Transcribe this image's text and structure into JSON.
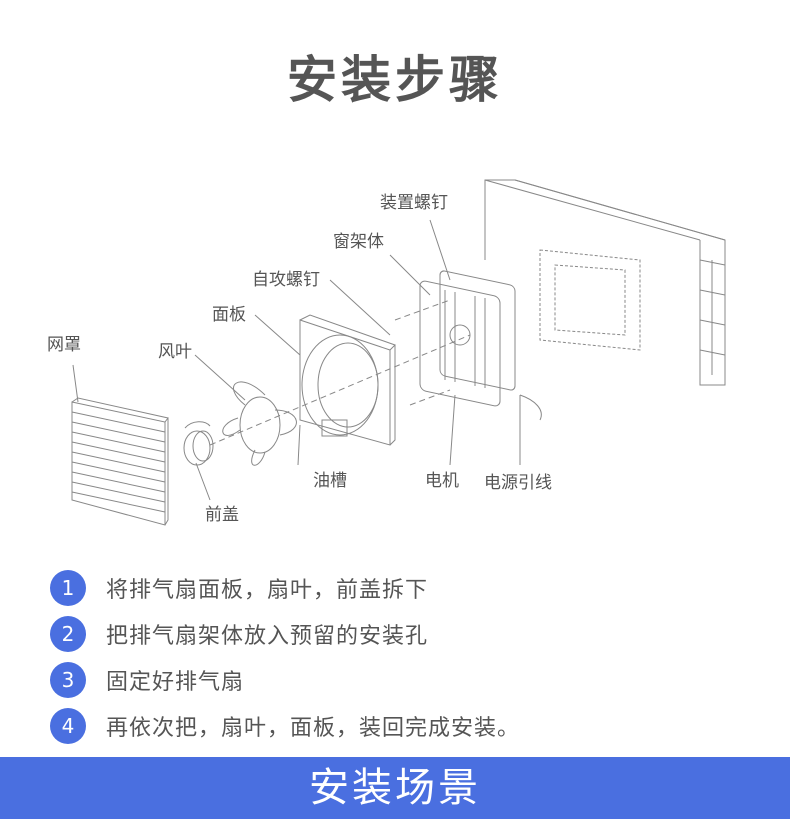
{
  "title": "安装步骤",
  "diagram_labels": {
    "grille": "网罩",
    "blade": "风叶",
    "front_cover": "前盖",
    "panel": "面板",
    "tapping_screw": "自攻螺钉",
    "window_frame": "窗架体",
    "mount_screw": "装置螺钉",
    "oil_groove": "油槽",
    "motor": "电机",
    "power_cord": "电源引线"
  },
  "steps": [
    {
      "num": "1",
      "text": "将排气扇面板，扇叶，前盖拆下"
    },
    {
      "num": "2",
      "text": "把排气扇架体放入预留的安装孔"
    },
    {
      "num": "3",
      "text": "固定好排气扇"
    },
    {
      "num": "4",
      "text": "再依次把，扇叶，面板，装回完成安装。"
    }
  ],
  "banner": "安装场景",
  "colors": {
    "accent": "#4a6fe0",
    "text": "#555555"
  }
}
